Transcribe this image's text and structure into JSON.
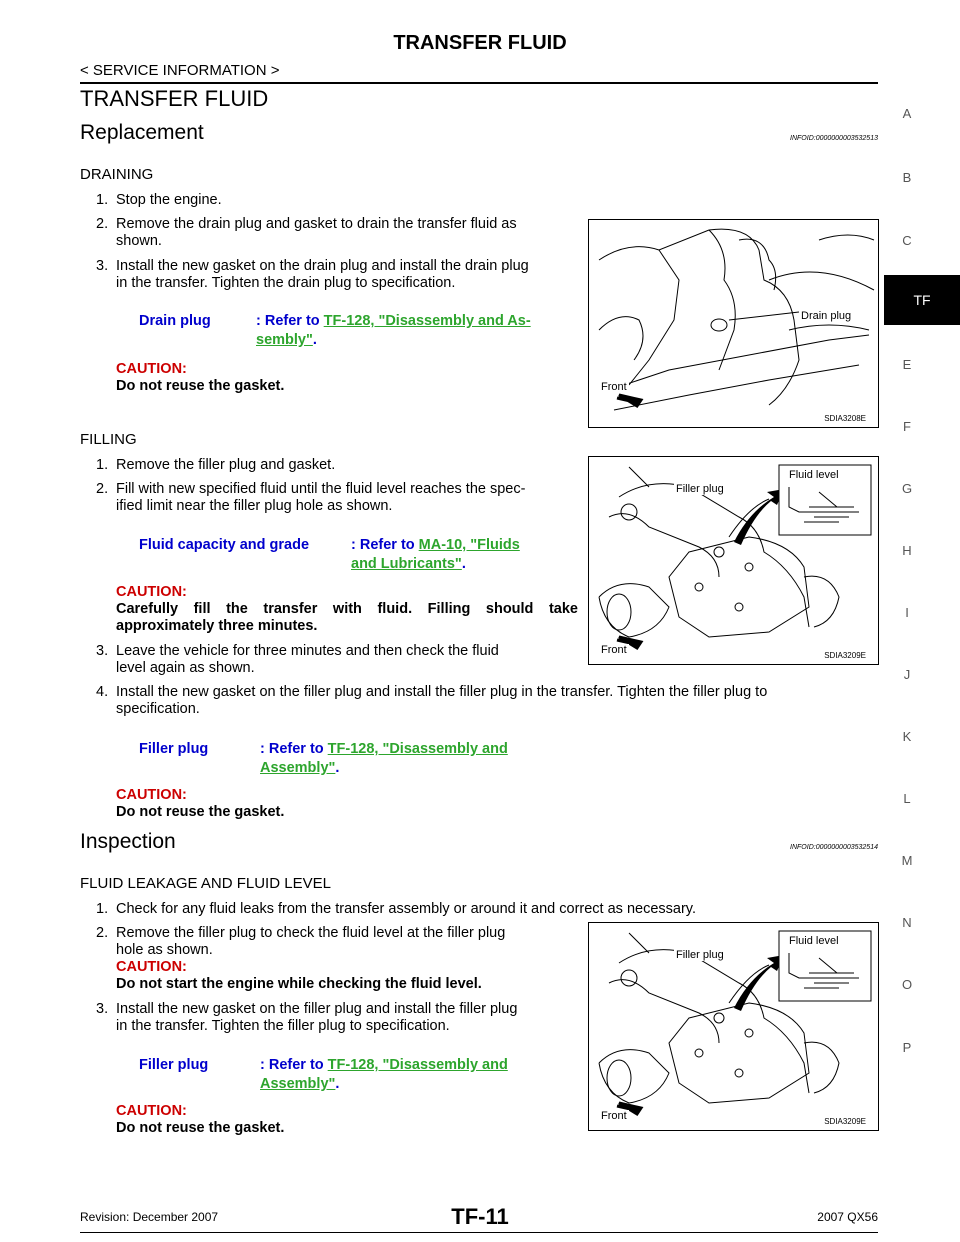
{
  "header": {
    "title": "TRANSFER FLUID",
    "subtitle": "< SERVICE INFORMATION >"
  },
  "page_title": "TRANSFER FLUID",
  "replacement": {
    "title": "Replacement",
    "infoid": "INFOID:0000000003532513",
    "draining": {
      "title": "DRAINING",
      "step1": "Stop the engine.",
      "step2a": "Remove the drain plug and gasket to drain the transfer fluid as",
      "step2b": "shown.",
      "step3a": "Install the new gasket on the drain plug and install the drain plug",
      "step3b": "in the transfer. Tighten the drain plug to specification.",
      "spec_label": "Drain plug",
      "spec_refer": ": Refer to ",
      "spec_link1": "TF-128, \"Disassembly and As-",
      "spec_link2": "sembly\"",
      "spec_end": ".",
      "caution": "CAUTION:",
      "caution_text": "Do not reuse the gasket."
    },
    "filling": {
      "title": "FILLING",
      "step1": "Remove the filler plug and gasket.",
      "step2a": "Fill with new specified fluid until the fluid level reaches the spec-",
      "step2b": "ified limit near the filler plug hole as shown.",
      "spec_label": "Fluid capacity and grade",
      "spec_refer": ": Refer to ",
      "spec_link1": "MA-10, \"Fluids",
      "spec_link2": "and Lubricants\"",
      "spec_end": ".",
      "caution": "CAUTION:",
      "caution_text1": "Carefully fill the transfer with fluid. Filling should take",
      "caution_text2": "approximately three minutes.",
      "step3a": "Leave the vehicle for three minutes and then check the fluid",
      "step3b": "level again as shown.",
      "step4a": "Install the new gasket on the filler plug and install the filler plug in the transfer. Tighten the filler plug to",
      "step4b": "specification.",
      "spec2_label": "Filler plug",
      "spec2_refer": ": Refer to ",
      "spec2_link1": "TF-128, \"Disassembly and",
      "spec2_link2": "Assembly\"",
      "spec2_end": ".",
      "caution2": "CAUTION:",
      "caution2_text": "Do not reuse the gasket."
    }
  },
  "inspection": {
    "title": "Inspection",
    "infoid": "INFOID:0000000003532514",
    "sub": "FLUID LEAKAGE AND FLUID LEVEL",
    "step1": "Check for any fluid leaks from the transfer assembly or around it and correct as necessary.",
    "step2a": "Remove the filler plug to check the fluid level at the filler plug",
    "step2b": "hole as shown.",
    "caution": "CAUTION:",
    "caution_text": "Do not start the engine while checking the fluid level.",
    "step3a": "Install the new gasket on the filler plug and install the filler plug",
    "step3b": "in the transfer. Tighten the filler plug to specification.",
    "spec_label": "Filler plug",
    "spec_refer": ": Refer to ",
    "spec_link1": "TF-128, \"Disassembly and",
    "spec_link2": "Assembly\"",
    "spec_end": ".",
    "caution2": "CAUTION:",
    "caution2_text": "Do not reuse the gasket."
  },
  "figures": {
    "fig1": {
      "code": "SDIA3208E",
      "label_drain": "Drain plug",
      "label_front": "Front"
    },
    "fig2": {
      "code": "SDIA3209E",
      "label_filler": "Filler plug",
      "label_level": "Fluid level",
      "label_front": "Front"
    },
    "fig3": {
      "code": "SDIA3209E",
      "label_filler": "Filler plug",
      "label_level": "Fluid level",
      "label_front": "Front"
    }
  },
  "side_index": [
    "A",
    "B",
    "C",
    "TF",
    "E",
    "F",
    "G",
    "H",
    "I",
    "J",
    "K",
    "L",
    "M",
    "N",
    "O",
    "P"
  ],
  "footer": {
    "left": "Revision: December 2007",
    "center": "TF-11",
    "right": "2007 QX56"
  }
}
